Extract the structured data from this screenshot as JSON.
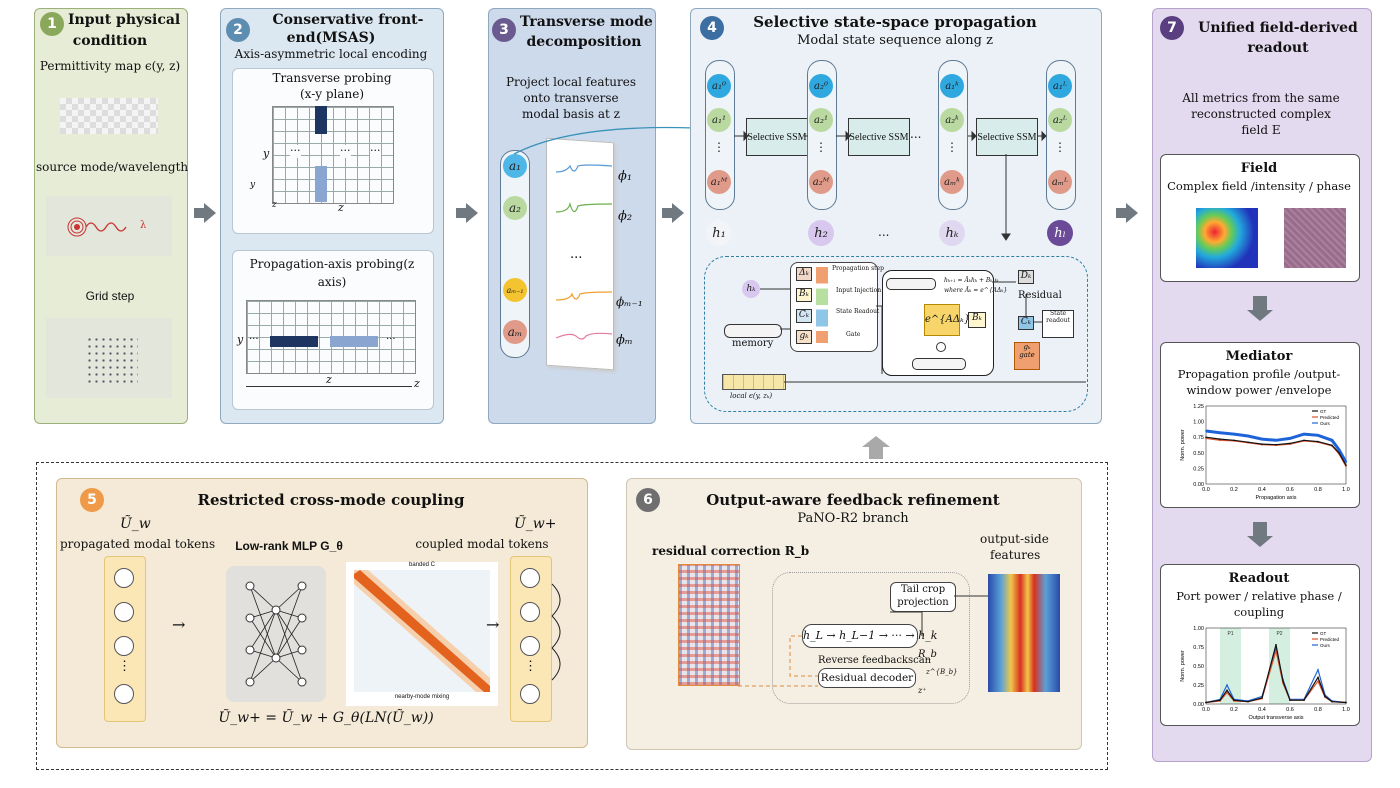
{
  "colors": {
    "p1_bg": "#e8edd9",
    "p1_badge": "#8aa85b",
    "p2_bg": "#dde9f3",
    "p2_badge": "#5d8db0",
    "p3_bg": "#cfdcee",
    "p3_badge": "#6a5a8f",
    "p4_bg": "#ecf2f8",
    "p4_badge": "#3c6ea1",
    "p5_bg": "#f5ecd9",
    "p5_badge": "#ee9a48",
    "p6_bg": "#f6f1e6",
    "p6_badge": "#6f6f6f",
    "p7_bg": "#e4dbef",
    "p7_badge": "#5a3f80"
  },
  "panel1": {
    "num": "1",
    "title_1": "Input physical",
    "title_2": "condition",
    "permittivity": "Permittivity map ϵ(y, z)",
    "source": "source mode/wavelength",
    "lambda": "λ",
    "grid": "Grid step"
  },
  "panel2": {
    "num": "2",
    "title_1": "Conservative front-",
    "title_2": "end(MSAS)",
    "subtitle": "Axis-asymmetric local encoding",
    "transverse_1": "Transverse probing",
    "transverse_2": "(x-y plane)",
    "y": "y",
    "z": "z",
    "dots": "···",
    "prop_1": "Propagation-axis probing(z",
    "prop_2": "axis)"
  },
  "panel3": {
    "num": "3",
    "title_1": "Transverse mode",
    "title_2": "decomposition",
    "desc_1": "Project local features",
    "desc_2": "onto transverse",
    "desc_3": "modal basis at z",
    "a1": "a₁",
    "a2": "a₂",
    "aM1": "aₘ₋₁",
    "aM": "aₘ",
    "phi1": "ϕ₁",
    "phi2": "ϕ₂",
    "phidots": "...",
    "phiM1": "ϕₘ₋₁",
    "phiM": "ϕₘ"
  },
  "panel4": {
    "num": "4",
    "title": "Selective state-space propagation",
    "subtitle": "Modal state sequence along z",
    "ssm": "Selective SSM",
    "dots": "...",
    "h1": "h₁",
    "h2": "h₂",
    "hk": "hₖ",
    "hL": "hₗ",
    "col1": [
      "a₁⁰",
      "a₁¹",
      "⋮",
      "a₁ᴹ"
    ],
    "col2": [
      "a₂⁰",
      "a₂¹",
      "⋮",
      "a₂ᴹ"
    ],
    "col3": [
      "a₁ᵏ",
      "a₂ᵏ",
      "⋮",
      "aₘᵏ"
    ],
    "col4": [
      "a₁ᴸ",
      "a₂ᴸ",
      "⋮",
      "aₘᴸ"
    ],
    "memory": "memory",
    "prop_step": "Propagation step",
    "input_inj": "Input Injection",
    "state_read": "State Readout",
    "gate": "Gate",
    "residual": "Residual",
    "state_readout": "State readout",
    "g_gate": "gₖ gate",
    "eq1": "hₖ₊₁ = Āₖhₖ + Bₖuₖ",
    "eq2": "where Āₖ = e^{AΔₖ}",
    "exp": "e^{AΔₖ}",
    "local": "local ϵ(y, zₖ)",
    "delta": "Δₖ",
    "bk": "Bₖ",
    "ck": "Cₖ",
    "gk": "gₖ",
    "dk": "Dₖ",
    "hk_small": "hₖ"
  },
  "panel5": {
    "num": "5",
    "title": "Restricted cross-mode coupling",
    "uw": "Ũ_w",
    "propagated": "propagated modal tokens",
    "mlp": "Low-rank MLP G_θ",
    "uwp": "Ũ_w+",
    "coupled": "coupled modal tokens",
    "banded": "banded C",
    "nearby": "nearby-mode mixing",
    "eq": "Ũ_w+ = Ũ_w + G_θ(LN(Ũ_w))",
    "dots": "⋮"
  },
  "panel6": {
    "num": "6",
    "title": "Output-aware feedback refinement",
    "subtitle": "PaNO-R2 branch",
    "residual": "residual correction R_b",
    "features_1": "output-side",
    "features_2": "features",
    "tail_1": "Tail crop",
    "tail_2": "projection",
    "chain": "h_L → h_L−1 → ··· → h_k",
    "reverse": "Reverse feedbackscan",
    "decoder": "Residual decoder",
    "rb": "R_b",
    "zb": "z^{B_b}",
    "zplus": "z⁺"
  },
  "panel7": {
    "num": "7",
    "title_1": "Unified field-derived",
    "title_2": "readout",
    "desc_1": "All metrics from the same",
    "desc_2": "reconstructed complex",
    "desc_3": "field E",
    "field_title": "Field",
    "field_sub": "Complex field /intensity / phase",
    "mediator_title": "Mediator",
    "mediator_1": "Propagation profile /output-",
    "mediator_2": "window power /envelope",
    "readout_title": "Readout",
    "readout_1": "Port power / relative phase /",
    "readout_2": "coupling"
  },
  "chart_data": [
    {
      "type": "line",
      "xlabel": "Propagation axis",
      "ylabel": "Norm. power",
      "ylim": [
        0,
        1.25
      ],
      "xlim": [
        0,
        1
      ],
      "xticks": [
        "0.0",
        "0.2",
        "0.4",
        "0.6",
        "0.8",
        "1.0"
      ],
      "yticks": [
        "0.00",
        "0.25",
        "0.50",
        "0.75",
        "1.00",
        "1.25"
      ],
      "legend": [
        "GT",
        "Predicted",
        "Ours"
      ],
      "series": [
        {
          "name": "GT",
          "color": "#111111",
          "x": [
            0,
            0.1,
            0.2,
            0.3,
            0.4,
            0.5,
            0.6,
            0.7,
            0.8,
            0.9,
            0.95,
            1.0
          ],
          "values": [
            0.75,
            0.72,
            0.7,
            0.67,
            0.64,
            0.63,
            0.65,
            0.7,
            0.68,
            0.62,
            0.5,
            0.3
          ]
        },
        {
          "name": "Predicted",
          "color": "#e0522c",
          "x": [
            0,
            0.1,
            0.2,
            0.3,
            0.4,
            0.5,
            0.6,
            0.7,
            0.8,
            0.9,
            0.95,
            1.0
          ],
          "values": [
            0.73,
            0.7,
            0.69,
            0.66,
            0.63,
            0.62,
            0.64,
            0.69,
            0.67,
            0.61,
            0.48,
            0.28
          ]
        },
        {
          "name": "Ours",
          "color": "#1f63d8",
          "x": [
            0,
            0.1,
            0.2,
            0.3,
            0.4,
            0.5,
            0.6,
            0.7,
            0.8,
            0.9,
            0.95,
            1.0
          ],
          "values": [
            0.85,
            0.82,
            0.8,
            0.77,
            0.72,
            0.7,
            0.73,
            0.8,
            0.78,
            0.7,
            0.55,
            0.35
          ]
        }
      ]
    },
    {
      "type": "line",
      "xlabel": "Output transverse axis",
      "ylabel": "Norm. power",
      "ylim": [
        0,
        1.0
      ],
      "xlim": [
        0,
        1
      ],
      "xticks": [
        "0.0",
        "0.2",
        "0.4",
        "0.6",
        "0.8",
        "1.0"
      ],
      "yticks": [
        "0.00",
        "0.25",
        "0.50",
        "0.75",
        "1.00"
      ],
      "legend": [
        "GT",
        "Predicted",
        "Ours"
      ],
      "ports": [
        "P1",
        "P2"
      ],
      "series": [
        {
          "name": "GT",
          "color": "#111111",
          "x": [
            0,
            0.1,
            0.15,
            0.2,
            0.3,
            0.4,
            0.5,
            0.55,
            0.6,
            0.7,
            0.8,
            0.85,
            0.9,
            1.0
          ],
          "values": [
            0.02,
            0.05,
            0.18,
            0.05,
            0.03,
            0.08,
            0.78,
            0.3,
            0.05,
            0.05,
            0.35,
            0.1,
            0.03,
            0.02
          ]
        },
        {
          "name": "Predicted",
          "color": "#e0522c",
          "x": [
            0,
            0.1,
            0.15,
            0.2,
            0.3,
            0.4,
            0.5,
            0.55,
            0.6,
            0.7,
            0.8,
            0.85,
            0.9,
            1.0
          ],
          "values": [
            0.02,
            0.04,
            0.15,
            0.04,
            0.03,
            0.07,
            0.7,
            0.27,
            0.05,
            0.05,
            0.3,
            0.09,
            0.03,
            0.02
          ]
        },
        {
          "name": "Ours",
          "color": "#1f63d8",
          "x": [
            0,
            0.1,
            0.15,
            0.2,
            0.3,
            0.4,
            0.5,
            0.55,
            0.6,
            0.7,
            0.8,
            0.85,
            0.9,
            1.0
          ],
          "values": [
            0.02,
            0.06,
            0.25,
            0.06,
            0.04,
            0.1,
            0.72,
            0.32,
            0.06,
            0.06,
            0.45,
            0.12,
            0.04,
            0.02
          ]
        }
      ]
    }
  ]
}
